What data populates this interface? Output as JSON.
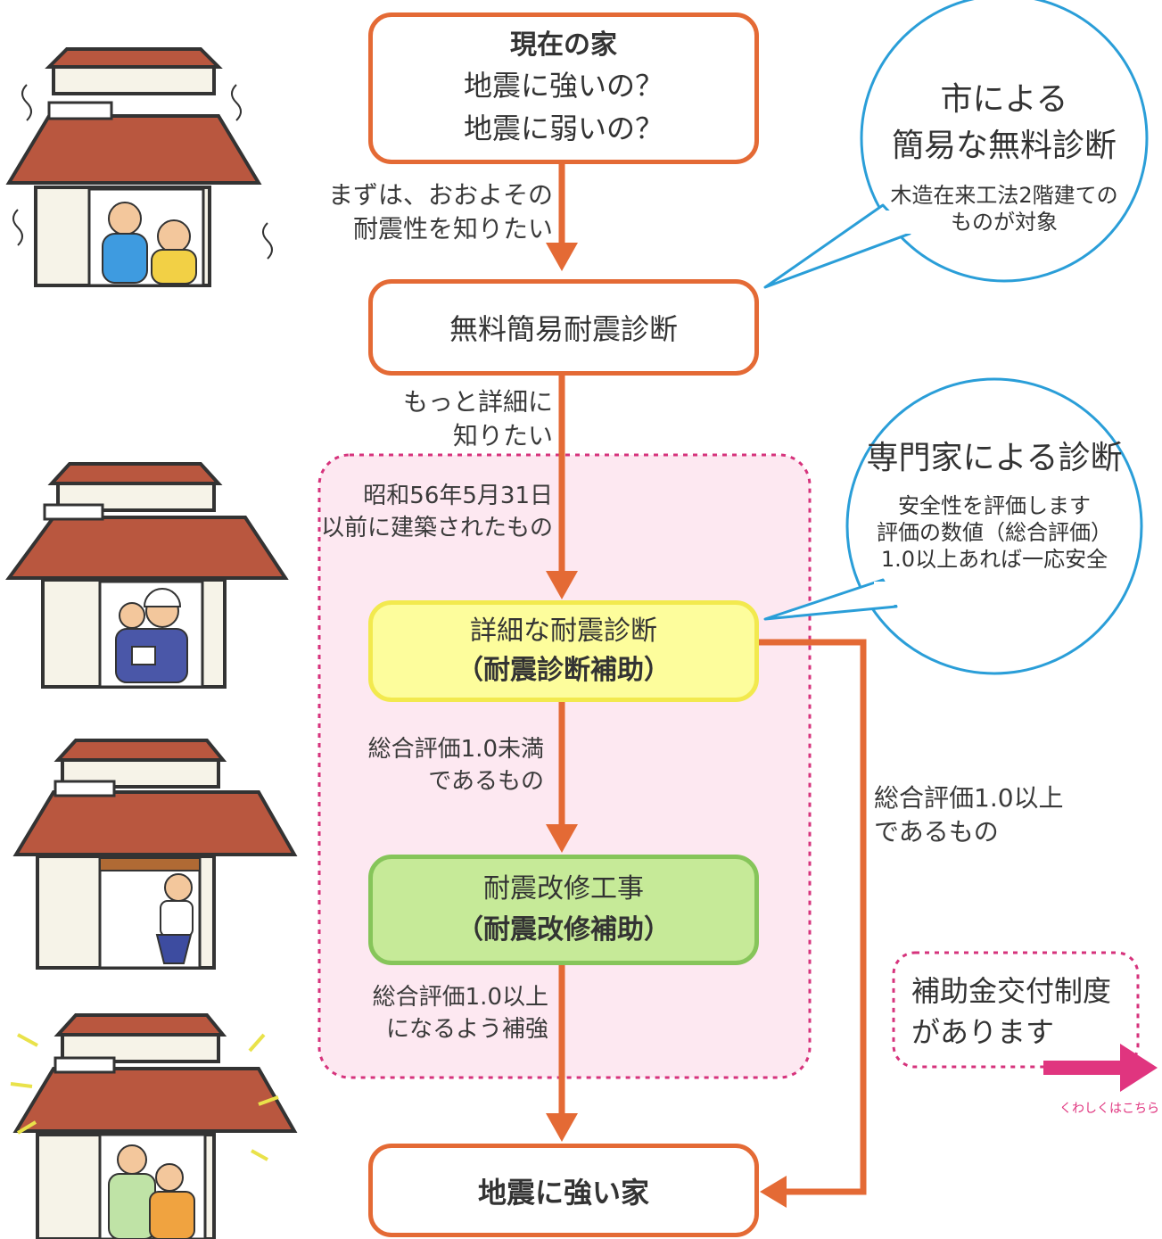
{
  "nodes": {
    "current_house": {
      "title": "現在の家",
      "line1": "地震に強いの？",
      "line2": "地震に弱いの？"
    },
    "free_diagnosis": {
      "label": "無料簡易耐震診断"
    },
    "detailed_diagnosis": {
      "label": "詳細な耐震診断",
      "subsidy": "（耐震診断補助）"
    },
    "retrofit": {
      "label": "耐震改修工事",
      "subsidy": "（耐震改修補助）"
    },
    "strong_house": {
      "label": "地震に強い家"
    }
  },
  "edge_labels": {
    "e1": {
      "line1": "まずは、おおよその",
      "line2": "耐震性を知りたい"
    },
    "e2": {
      "line1": "もっと詳細に",
      "line2": "知りたい"
    },
    "e3": {
      "line1": "昭和56年5月31日",
      "line2": "以前に建築されたもの"
    },
    "e4": {
      "line1": "総合評価1.0未満",
      "line2": "であるもの"
    },
    "e5": {
      "line1": "総合評価1.0以上",
      "line2": "になるよう補強"
    },
    "e6": {
      "line1": "総合評価1.0以上",
      "line2": "であるもの"
    }
  },
  "callouts": {
    "city": {
      "title1": "市による",
      "title2": "簡易な無料診断",
      "sub1": "木造在来工法2階建ての",
      "sub2": "ものが対象"
    },
    "expert": {
      "title": "専門家による診断",
      "sub1": "安全性を評価します",
      "sub2": "評価の数値（総合評価）",
      "sub3": "1.0以上あれば一応安全"
    }
  },
  "subsidy_note": {
    "line1": "補助金交付制度",
    "line2": "があります",
    "link": "くわしくはこちら"
  },
  "colors": {
    "flow": "#e46a35",
    "callout_border": "#2a9ed8",
    "yellow_fill": "#fdfd9c",
    "yellow_border": "#f2e94e",
    "green_fill": "#c6ea98",
    "green_border": "#86c55a",
    "pink_region": "#fde8f1",
    "pink_dash": "#d6337c",
    "link_arrow": "#e0357f"
  }
}
